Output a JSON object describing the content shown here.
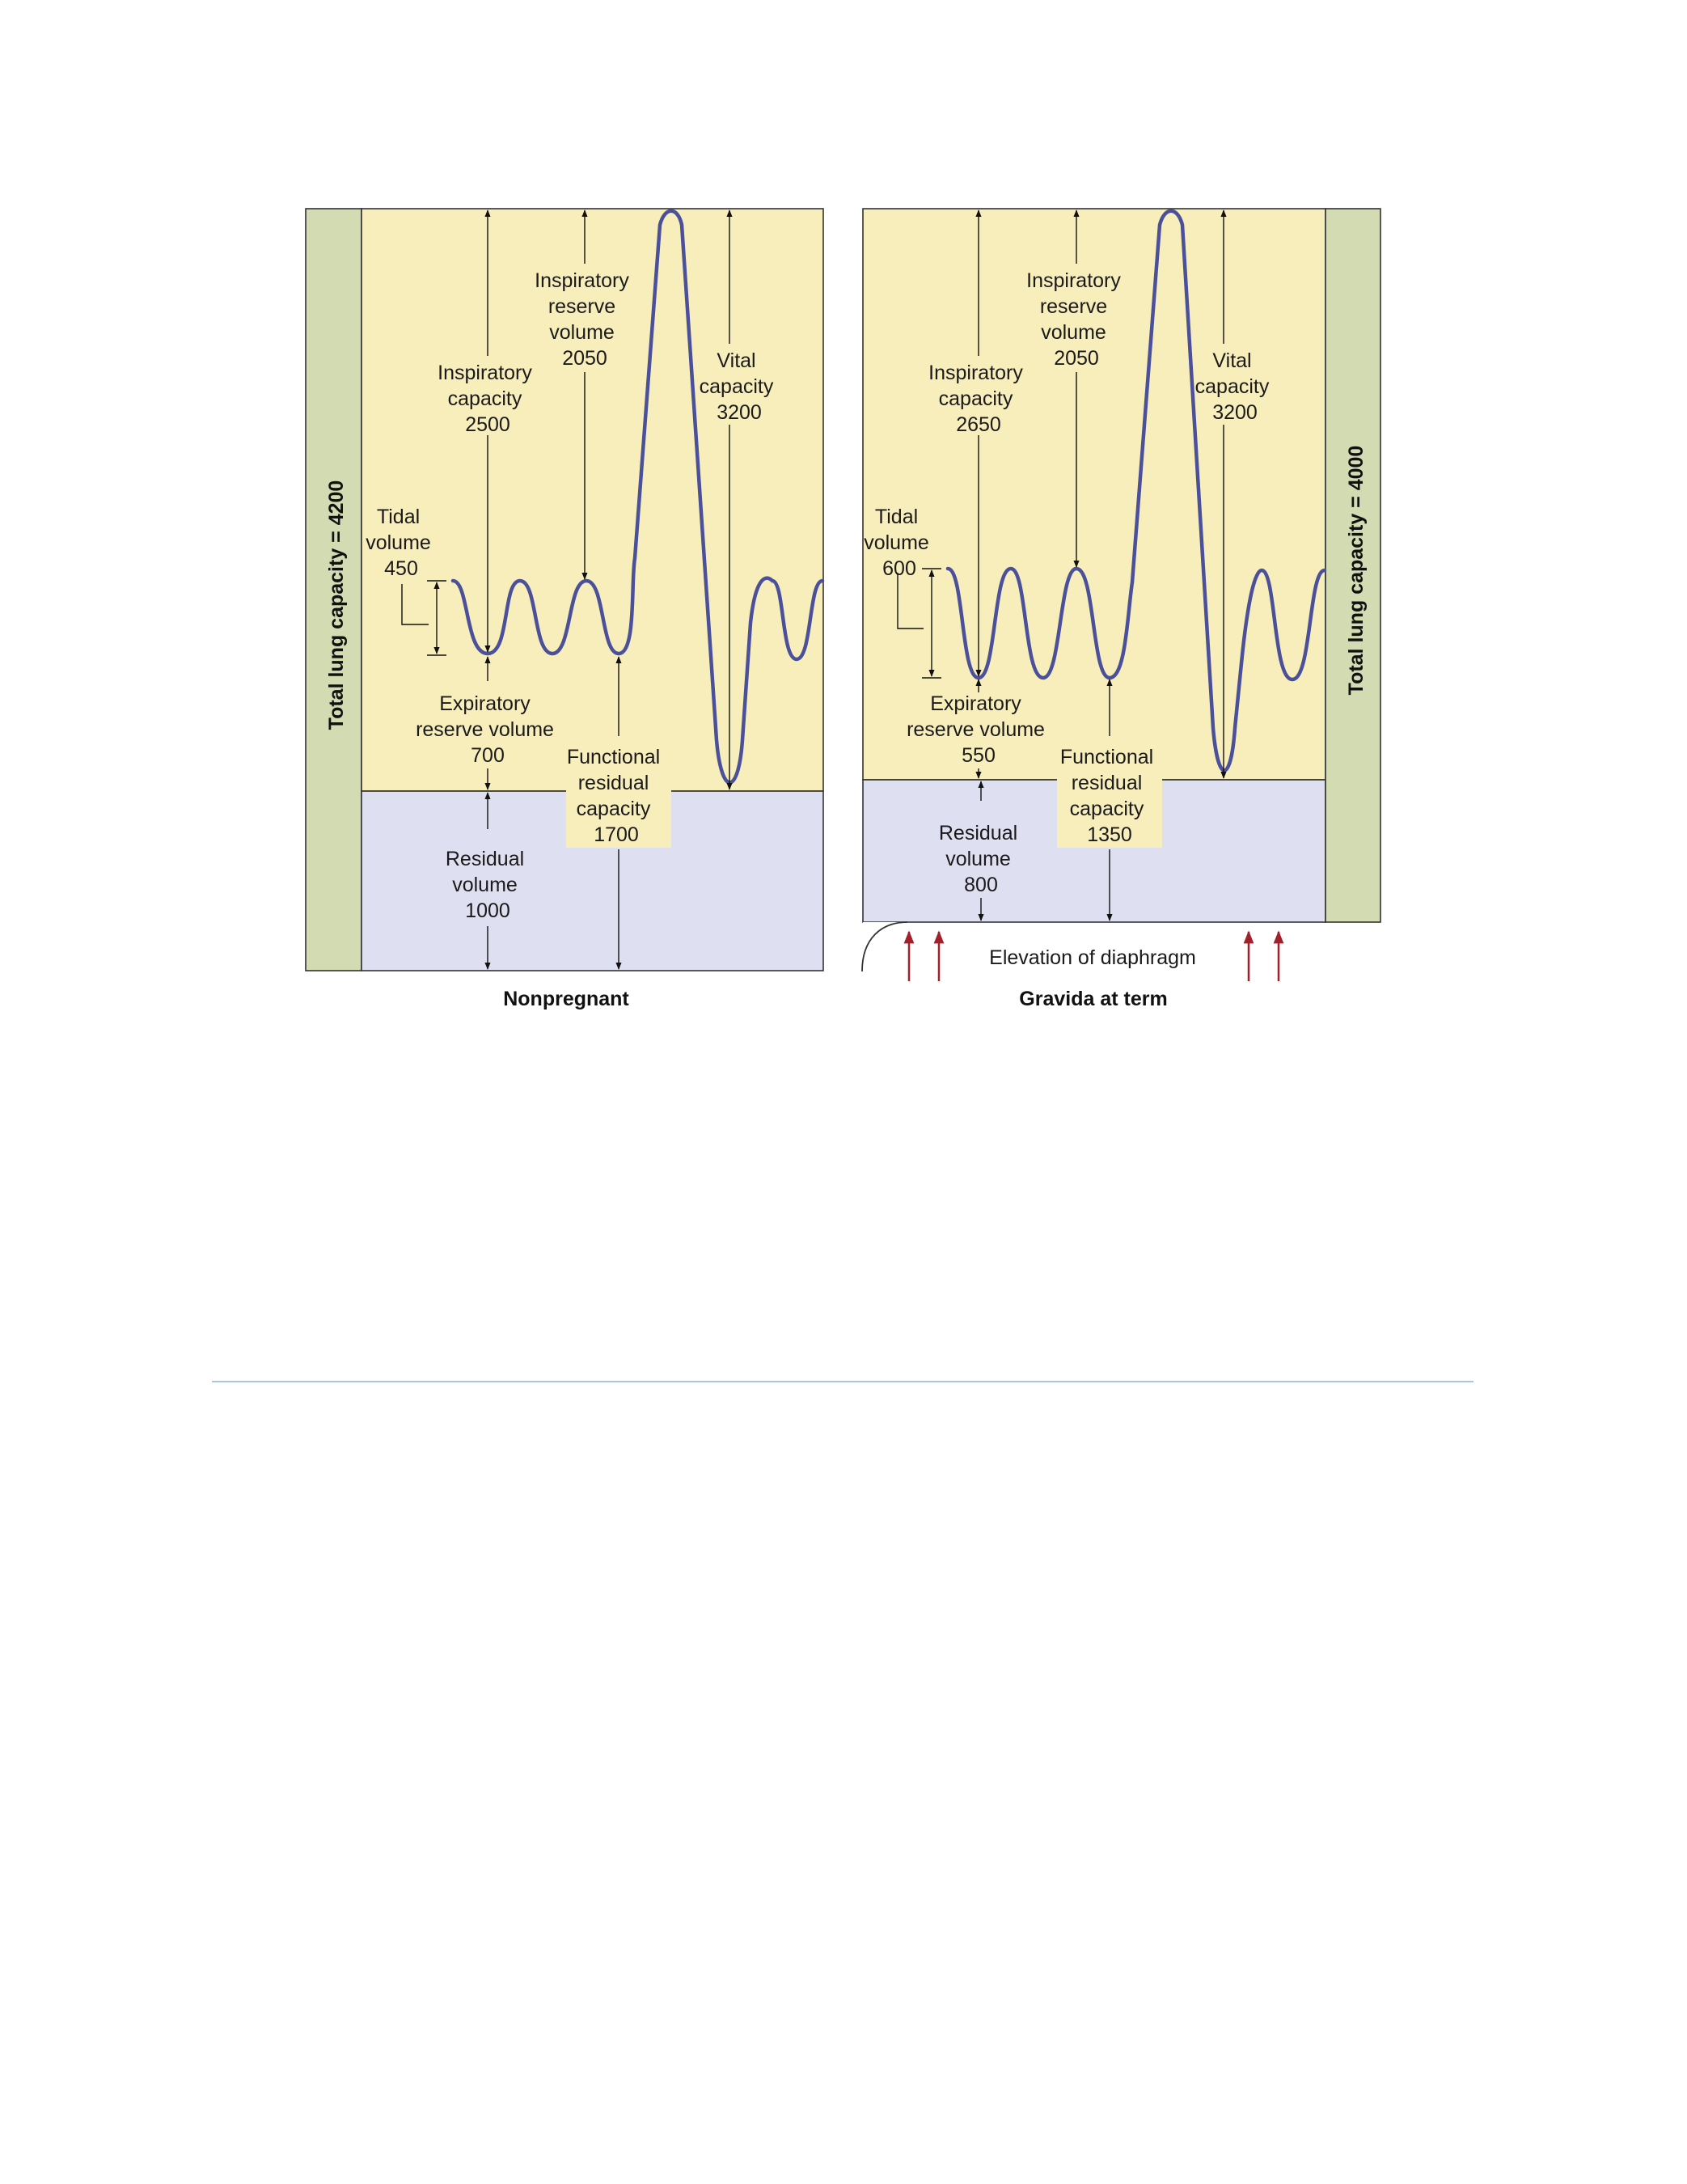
{
  "colors": {
    "inspiratory_zone": "#f8eebb",
    "residual_zone": "#dedff0",
    "side_bar": "#d3dbb2",
    "trace": "#4b509a",
    "diaphragm_arrow": "#a31f2a",
    "divider": "#a8c8e0"
  },
  "nonpregnant": {
    "side_label": "Total lung capacity = 4200",
    "caption": "Nonpregnant",
    "tidal_volume": [
      "Tidal",
      "volume",
      "450"
    ],
    "inspiratory_capacity": [
      "Inspiratory",
      "capacity",
      "2500"
    ],
    "inspiratory_reserve_volume": [
      "Inspiratory",
      "reserve",
      "volume",
      "2050"
    ],
    "vital_capacity": [
      "Vital",
      "capacity",
      "3200"
    ],
    "expiratory_reserve_volume": [
      "Expiratory",
      "reserve volume",
      "700"
    ],
    "functional_residual_capacity": [
      "Functional",
      "residual",
      "capacity",
      "1700"
    ],
    "residual_volume": [
      "Residual",
      "volume",
      "1000"
    ]
  },
  "gravida": {
    "side_label": "Total lung capacity = 4000",
    "caption": "Gravida at term",
    "tidal_volume": [
      "Tidal",
      "volume",
      "600"
    ],
    "inspiratory_capacity": [
      "Inspiratory",
      "capacity",
      "2650"
    ],
    "inspiratory_reserve_volume": [
      "Inspiratory",
      "reserve",
      "volume",
      "2050"
    ],
    "vital_capacity": [
      "Vital",
      "capacity",
      "3200"
    ],
    "expiratory_reserve_volume": [
      "Expiratory",
      "reserve volume",
      "550"
    ],
    "functional_residual_capacity": [
      "Functional",
      "residual",
      "capacity",
      "1350"
    ],
    "residual_volume": [
      "Residual",
      "volume",
      "800"
    ],
    "diaphragm_note": "Elevation of diaphragm"
  }
}
